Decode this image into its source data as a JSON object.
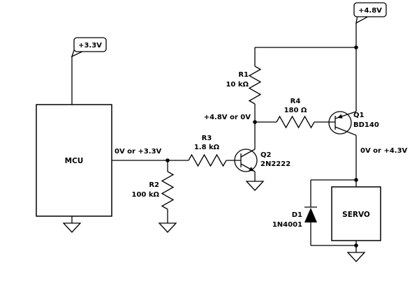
{
  "power_flags": {
    "mcu_rail": "+3.3V",
    "servo_rail": "+4.8V"
  },
  "blocks": {
    "mcu": "MCU",
    "servo": "SERVO"
  },
  "net_labels": {
    "mcu_output": "0V or +3.3V",
    "q2_collector": "+4.8V or 0V",
    "servo_supply": "0V or +4.3V"
  },
  "components": {
    "r1": {
      "ref": "R1",
      "value": "10 kΩ"
    },
    "r2": {
      "ref": "R2",
      "value": "100 kΩ"
    },
    "r3": {
      "ref": "R3",
      "value": "1.8 kΩ"
    },
    "r4": {
      "ref": "R4",
      "value": "180 Ω"
    },
    "q1": {
      "ref": "Q1",
      "value": "BD140"
    },
    "q2": {
      "ref": "Q2",
      "value": "2N2222"
    },
    "d1": {
      "ref": "D1",
      "value": "1N4001"
    }
  }
}
